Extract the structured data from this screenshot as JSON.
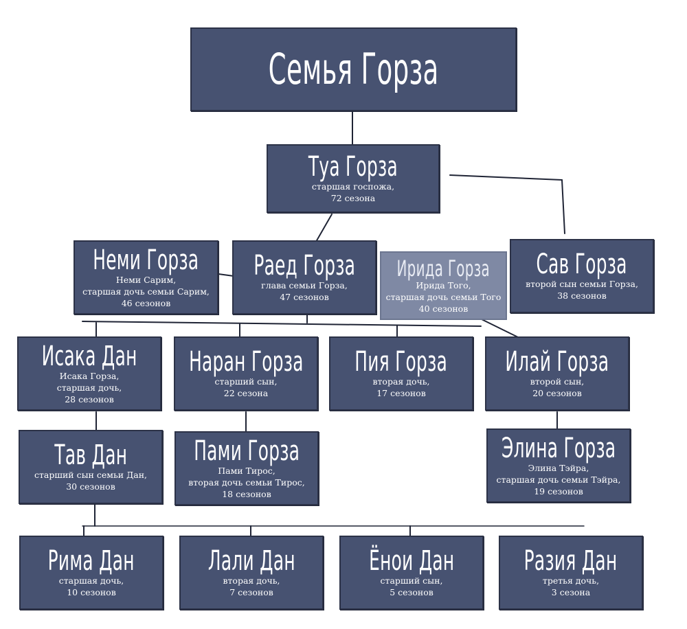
{
  "title": "Семья Горза",
  "members": {
    "tua": {
      "name": "Туа Горза",
      "lines": [
        "старшая госпожа,",
        "72 сезона"
      ]
    },
    "nemi": {
      "name": "Неми Горза",
      "lines": [
        "Неми Сарим,",
        "старшая дочь семьи Сарим,",
        "46 сезонов"
      ]
    },
    "raed": {
      "name": "Раед Горза",
      "lines": [
        "глава семьи Горза,",
        "47 сезонов"
      ]
    },
    "irida": {
      "name": "Ирида Горза",
      "lines": [
        "Ирида Того,",
        "старшая дочь семьи Того",
        "40 сезонов"
      ]
    },
    "sav": {
      "name": "Сав Горза",
      "lines": [
        "второй сын семьи Горза,",
        "38 сезонов"
      ]
    },
    "isaka": {
      "name": "Исака Дан",
      "lines": [
        "Исака Горза,",
        "старшая дочь,",
        "28 сезонов"
      ]
    },
    "naran": {
      "name": "Наран Горза",
      "lines": [
        "старший сын,",
        "22 сезона"
      ]
    },
    "piya": {
      "name": "Пия Горза",
      "lines": [
        "вторая дочь,",
        "17 сезонов"
      ]
    },
    "ilai": {
      "name": "Илай Горза",
      "lines": [
        "второй сын,",
        "20 сезонов"
      ]
    },
    "tav": {
      "name": "Тав Дан",
      "lines": [
        "старший сын семьи Дан,",
        "30 сезонов"
      ]
    },
    "pami": {
      "name": "Пами Горза",
      "lines": [
        "Пами Тирос,",
        "вторая дочь семьи Тирос,",
        "18 сезонов"
      ]
    },
    "elina": {
      "name": "Элина Горза",
      "lines": [
        "Элина Тэйра,",
        "старшая дочь семьи Тэйра,",
        "19 сезонов"
      ]
    },
    "rima": {
      "name": "Рима Дан",
      "lines": [
        "старшая дочь,",
        "10 сезонов"
      ]
    },
    "lali": {
      "name": "Лали Дан",
      "lines": [
        "вторая дочь,",
        "7 сезонов"
      ]
    },
    "yonoi": {
      "name": "Ёнои Дан",
      "lines": [
        "старший сын,",
        "5 сезонов"
      ]
    },
    "raziya": {
      "name": "Разия Дан",
      "lines": [
        "третья дочь,",
        "3 сезона"
      ]
    }
  },
  "colors": {
    "box": "#475271",
    "box_faded": "#7f89a4",
    "line": "#1f2435"
  }
}
